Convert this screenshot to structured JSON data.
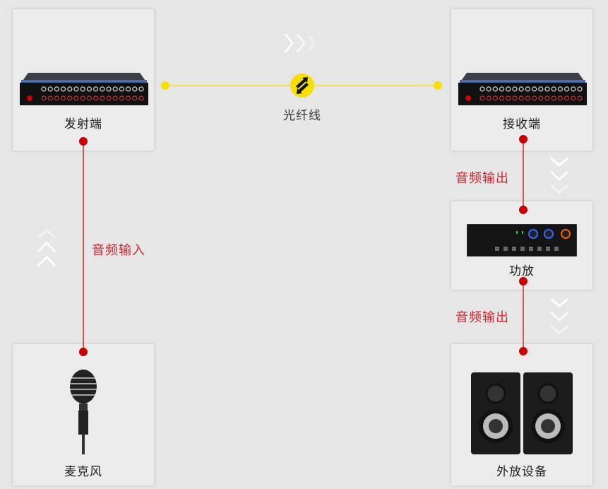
{
  "nodes": {
    "transmitter": {
      "label": "发射端",
      "icon": "fiber-transmitter-device"
    },
    "receiver": {
      "label": "接收端",
      "icon": "fiber-receiver-device"
    },
    "amplifier": {
      "label": "功放",
      "icon": "amplifier-device"
    },
    "speakers": {
      "label": "外放设备",
      "icon": "speaker-pair"
    },
    "microphone": {
      "label": "麦克风",
      "icon": "microphone"
    }
  },
  "links": {
    "fiber": {
      "label": "光纤线",
      "color": "#f5e000"
    },
    "audio_input": {
      "label": "音频输入",
      "color": "#cc0000"
    },
    "audio_output_1": {
      "label": "音频输出",
      "color": "#cc0000"
    },
    "audio_output_2": {
      "label": "音频输出",
      "color": "#cc0000"
    }
  }
}
